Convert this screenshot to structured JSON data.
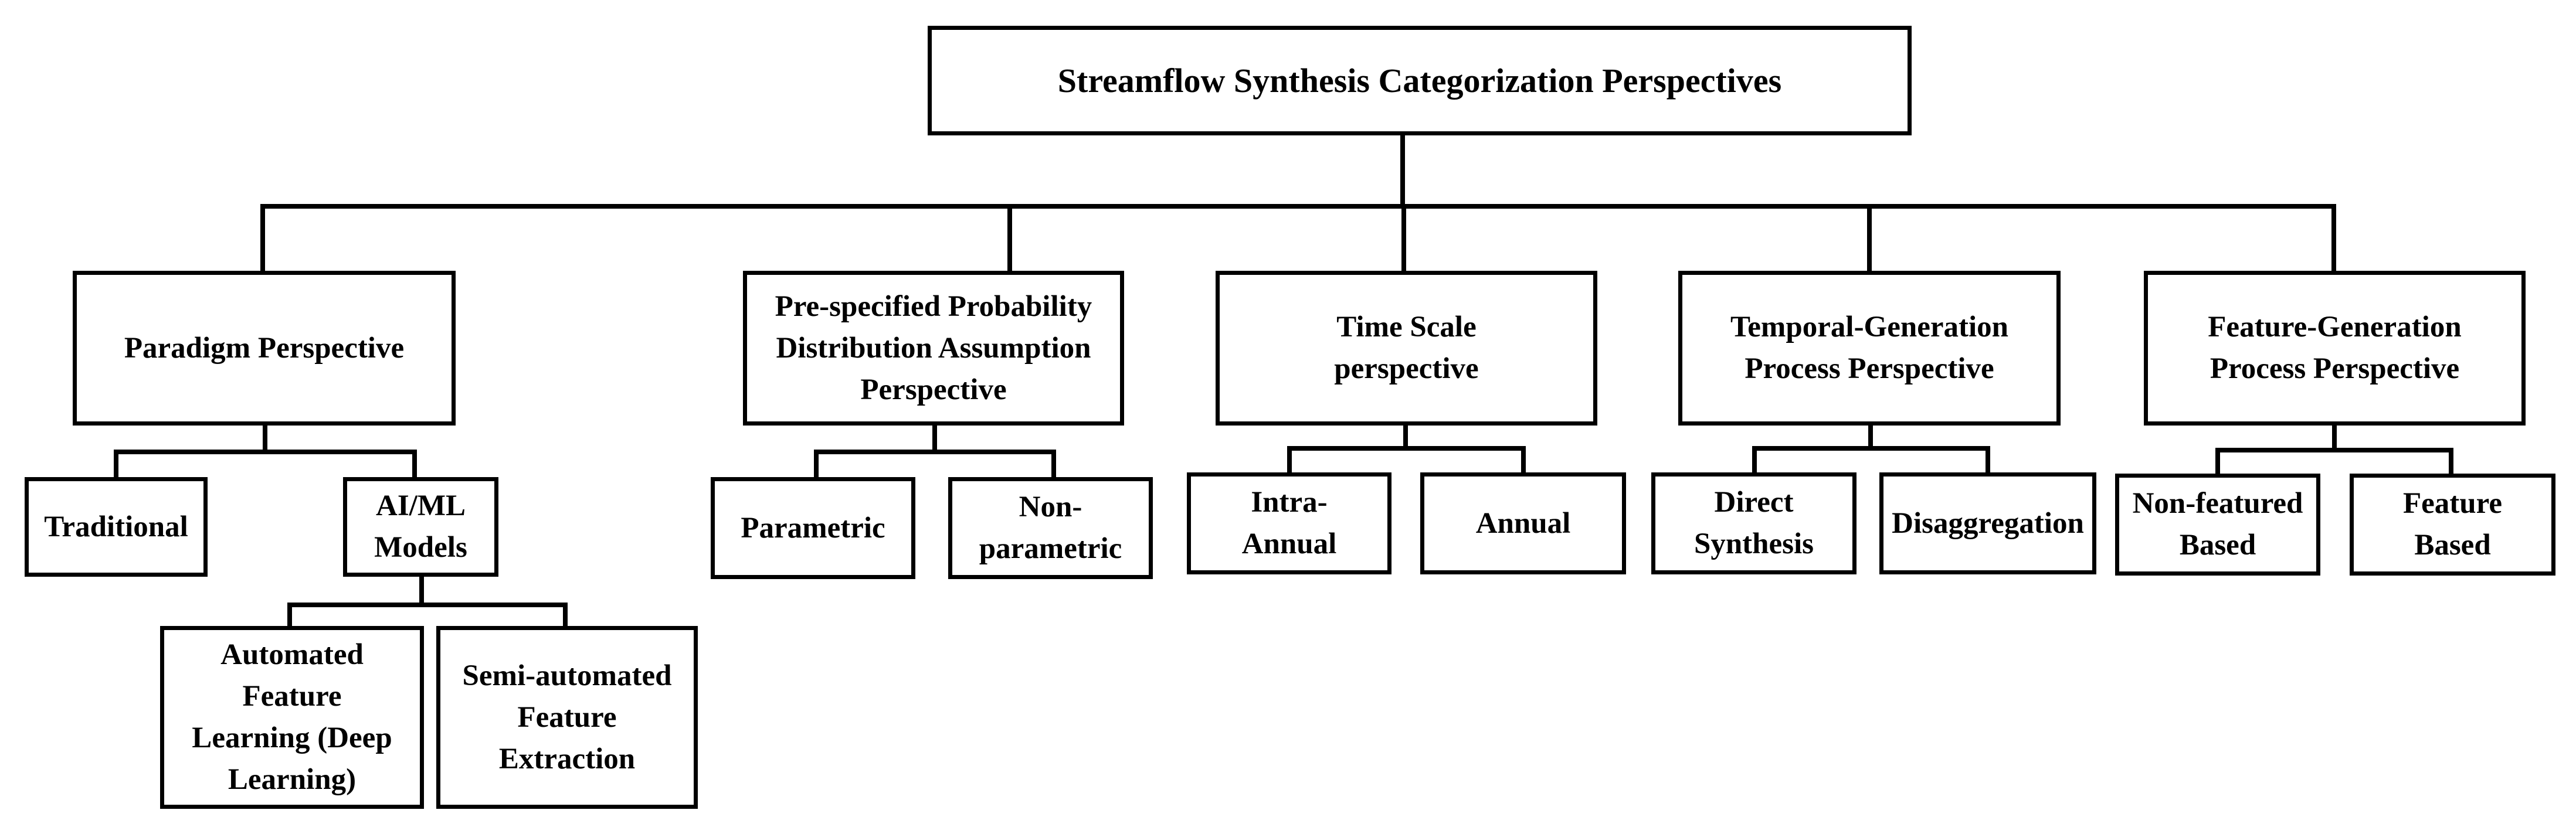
{
  "root": {
    "lines": [
      "Streamflow Synthesis Categorization Perspectives"
    ]
  },
  "perspectives": [
    {
      "lines": [
        "Paradigm Perspective"
      ],
      "children": [
        {
          "lines": [
            "Traditional"
          ]
        },
        {
          "lines": [
            "AI/ML",
            "Models"
          ],
          "children": [
            {
              "lines": [
                "Automated",
                "Feature",
                "Learning (Deep",
                "Learning)"
              ]
            },
            {
              "lines": [
                "Semi-automated",
                "Feature",
                "Extraction"
              ]
            }
          ]
        }
      ]
    },
    {
      "lines": [
        "Pre-specified Probability",
        "Distribution Assumption",
        "Perspective"
      ],
      "children": [
        {
          "lines": [
            "Parametric"
          ]
        },
        {
          "lines": [
            "Non-",
            "parametric"
          ]
        }
      ]
    },
    {
      "lines": [
        "Time Scale",
        "perspective"
      ],
      "children": [
        {
          "lines": [
            "Intra-",
            "Annual"
          ]
        },
        {
          "lines": [
            "Annual"
          ]
        }
      ]
    },
    {
      "lines": [
        "Temporal-Generation",
        "Process Perspective"
      ],
      "children": [
        {
          "lines": [
            "Direct",
            "Synthesis"
          ]
        },
        {
          "lines": [
            "Disaggregation"
          ]
        }
      ]
    },
    {
      "lines": [
        "Feature-Generation",
        "Process Perspective"
      ],
      "children": [
        {
          "lines": [
            "Non-featured",
            "Based"
          ]
        },
        {
          "lines": [
            "Feature",
            "Based"
          ]
        }
      ]
    }
  ]
}
